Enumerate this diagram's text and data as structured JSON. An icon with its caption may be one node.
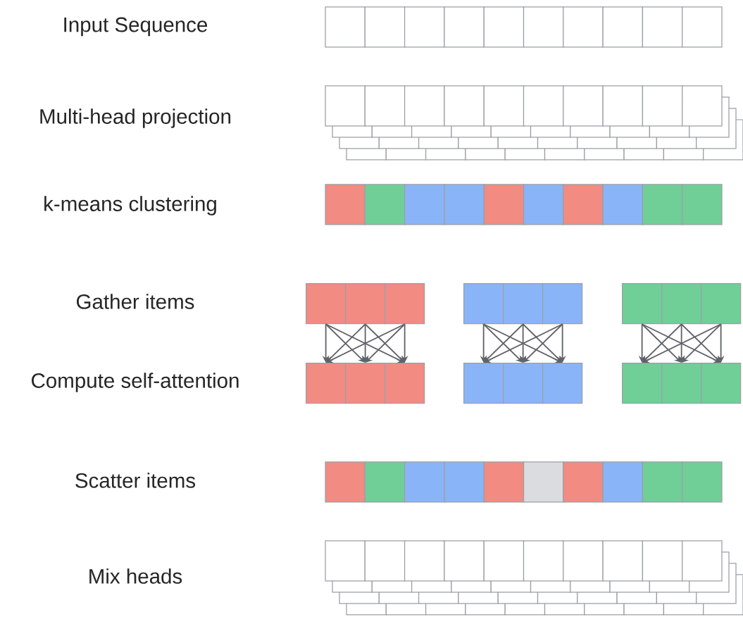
{
  "diagram": {
    "nodes": [
      {
        "text": [],
        "shape": "box"
      },
      {
        "text": [],
        "shape": "box"
      },
      {
        "text": [],
        "shape": "box"
      },
      {
        "text": [],
        "shape": "box"
      },
      {
        "text": [],
        "shape": "box"
      },
      {
        "text": [],
        "shape": "box"
      },
      {
        "text": [],
        "shape": "box"
      },
      {
        "text": [],
        "shape": "box"
      },
      {
        "text": [],
        "shape": "box"
      },
      {
        "text": [],
        "shape": "box"
      },
      {
        "text": [],
        "shape": "box"
      },
      {
        "text": [],
        "shape": "box"
      },
      {
        "text": [],
        "shape": "box"
      },
      {
        "text": [],
        "shape": "box"
      },
      {
        "text": [],
        "shape": "box"
      },
      {
        "text": [],
        "shape": "box"
      },
      {
        "text": [],
        "shape": "box"
      },
      {
        "text": [],
        "shape": "box"
      }
    ],
    "edges": [
      {
        "from": 0,
        "to": 9,
        "arrow": "to"
      },
      {
        "from": 0,
        "to": 10,
        "arrow": "to"
      },
      {
        "from": 0,
        "to": 11,
        "arrow": "to"
      },
      {
        "from": 1,
        "to": 9,
        "arrow": "to"
      },
      {
        "from": 1,
        "to": 10,
        "arrow": "to"
      },
      {
        "from": 1,
        "to": 11,
        "arrow": "to"
      },
      {
        "from": 2,
        "to": 9,
        "arrow": "to"
      },
      {
        "from": 2,
        "to": 10,
        "arrow": "to"
      },
      {
        "from": 2,
        "to": 11,
        "arrow": "to"
      },
      {
        "from": 3,
        "to": 12,
        "arrow": "to"
      },
      {
        "from": 3,
        "to": 13,
        "arrow": "to"
      },
      {
        "from": 3,
        "to": 14,
        "arrow": "to"
      },
      {
        "from": 4,
        "to": 12,
        "arrow": "to"
      },
      {
        "from": 4,
        "to": 13,
        "arrow": "to"
      },
      {
        "from": 4,
        "to": 14,
        "arrow": "to"
      },
      {
        "from": 5,
        "to": 12,
        "arrow": "to"
      },
      {
        "from": 5,
        "to": 13,
        "arrow": "to"
      },
      {
        "from": 5,
        "to": 14,
        "arrow": "to"
      },
      {
        "from": 6,
        "to": 15,
        "arrow": "to"
      },
      {
        "from": 6,
        "to": 16,
        "arrow": "to"
      },
      {
        "from": 6,
        "to": 17,
        "arrow": "to"
      },
      {
        "from": 7,
        "to": 15,
        "arrow": "to"
      },
      {
        "from": 7,
        "to": 16,
        "arrow": "to"
      },
      {
        "from": 7,
        "to": 17,
        "arrow": "to"
      },
      {
        "from": 8,
        "to": 15,
        "arrow": "to"
      },
      {
        "from": 8,
        "to": 16,
        "arrow": "to"
      },
      {
        "from": 8,
        "to": 17,
        "arrow": "to"
      }
    ],
    "labels": [
      "Input Sequence",
      "Multi-head projection",
      "k-means clustering",
      "Gather items",
      "Compute self-attention",
      "Scatter items",
      "Mix heads"
    ]
  }
}
